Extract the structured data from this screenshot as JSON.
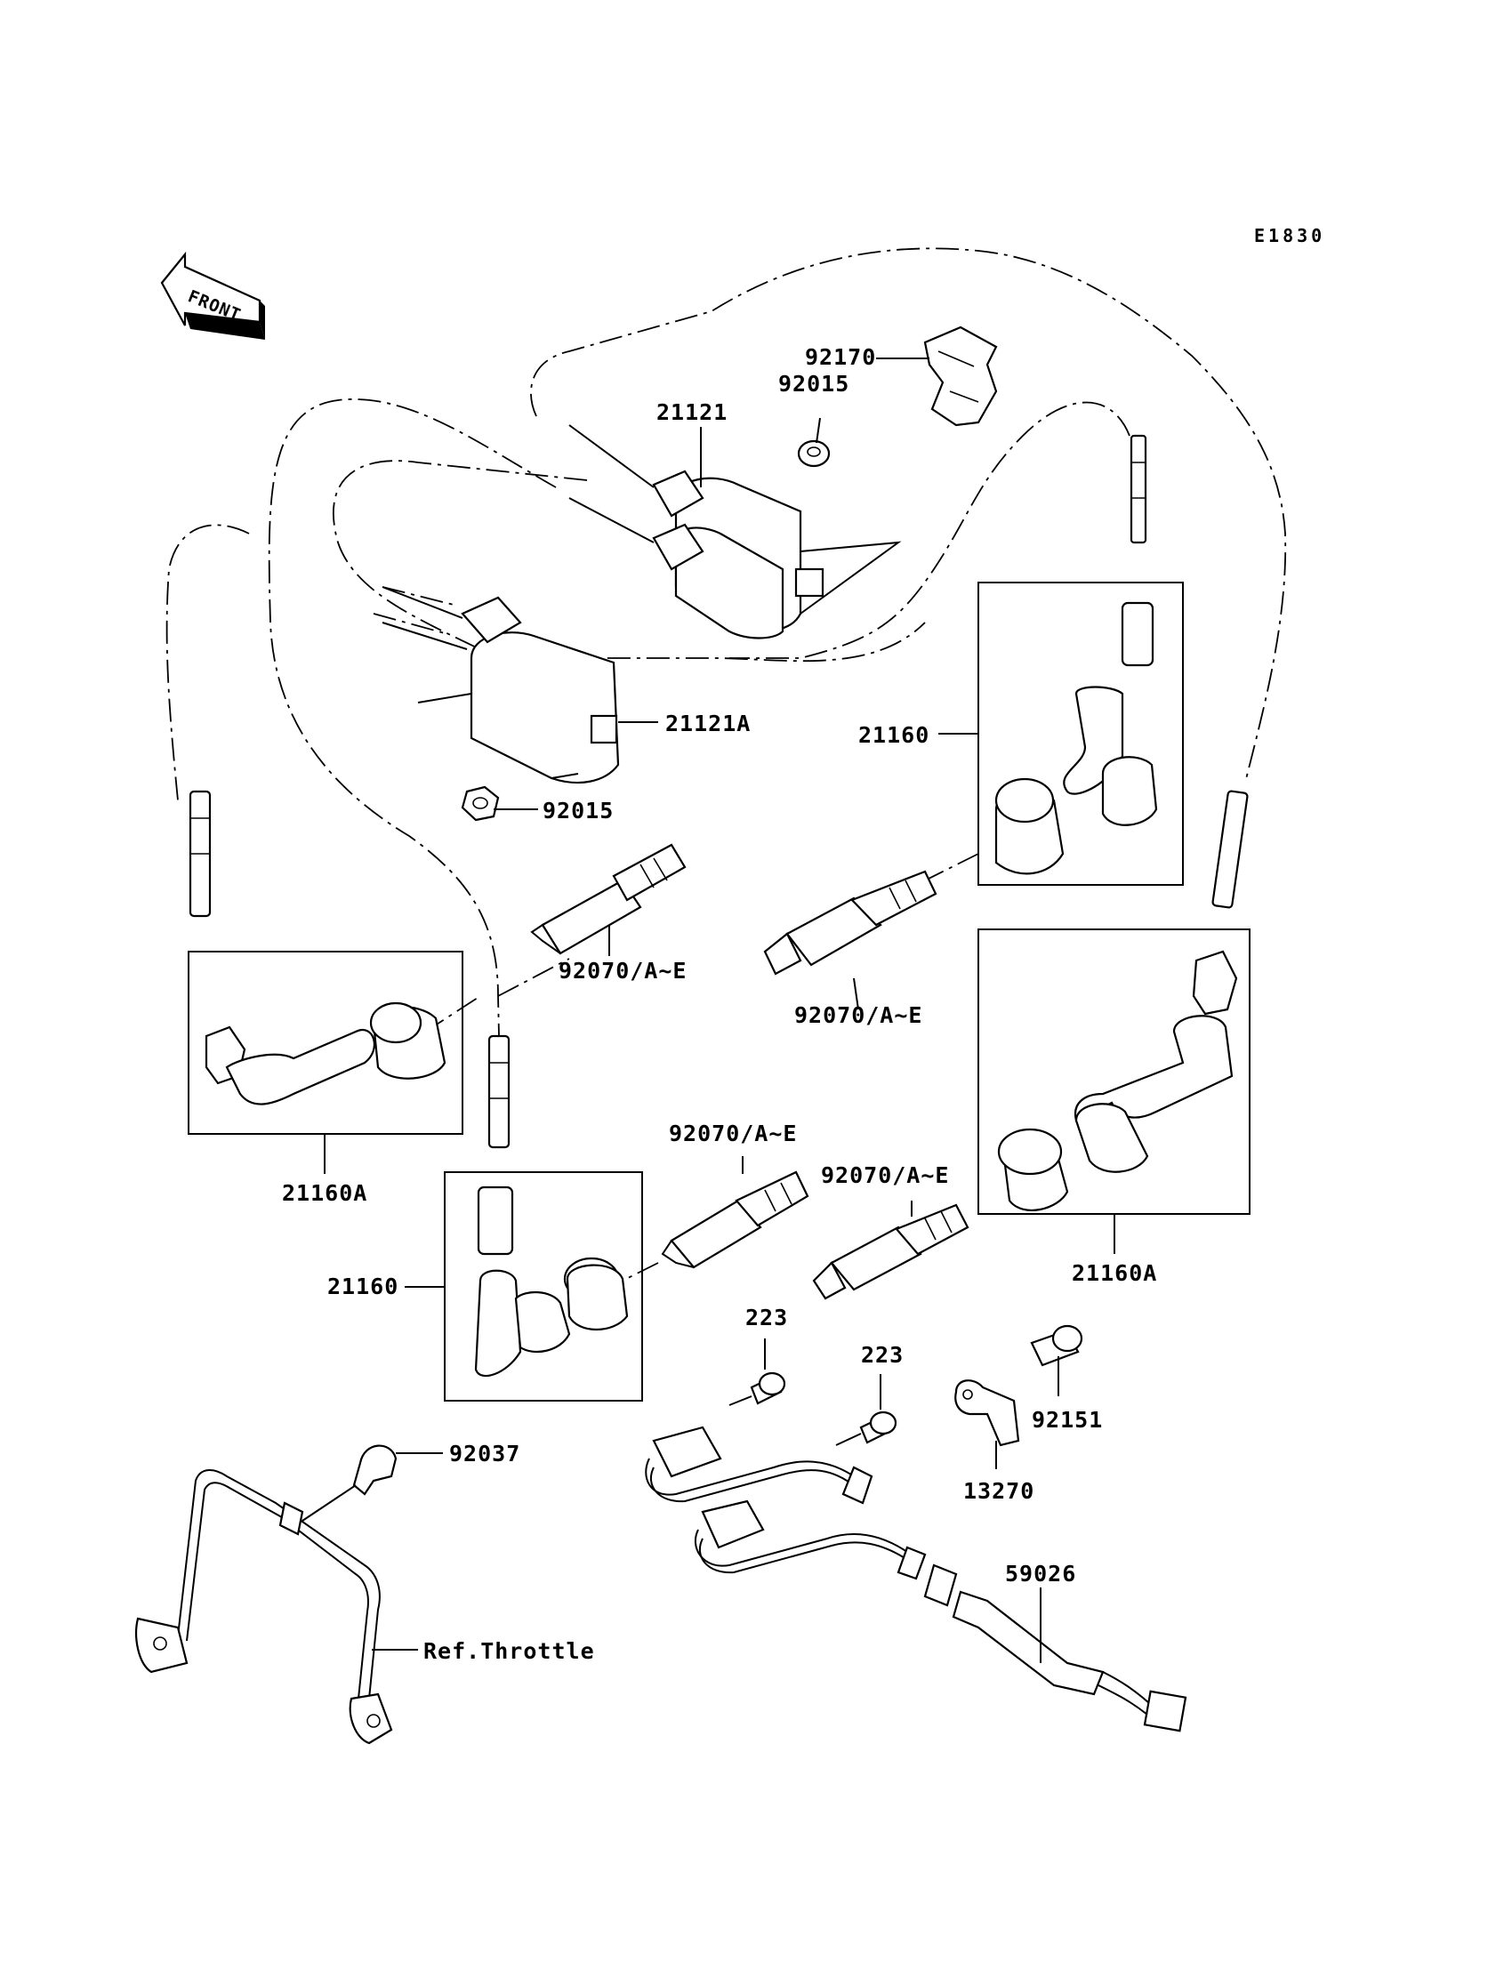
{
  "diagram": {
    "code": "E1830",
    "front_label": "FRONT",
    "parts": {
      "clip_92170": "92170",
      "grommet_92015_top": "92015",
      "coil_21121": "21121",
      "coil_21121a": "21121A",
      "grommet_92015_bottom": "92015",
      "cap_21160_right": "21160",
      "plug_92070_left": "92070/A~E",
      "plug_92070_right": "92070/A~E",
      "cap_21160a_left": "21160A",
      "plug_92070_center": "92070/A~E",
      "plug_92070_lower_right": "92070/A~E",
      "cap_21160a_right": "21160A",
      "cap_21160_center": "21160",
      "screw_223_left": "223",
      "screw_223_right": "223",
      "bolt_92151": "92151",
      "bracket_13270": "13270",
      "clamp_92037": "92037",
      "harness_59026": "59026",
      "ref_throttle": "Ref.Throttle"
    }
  }
}
